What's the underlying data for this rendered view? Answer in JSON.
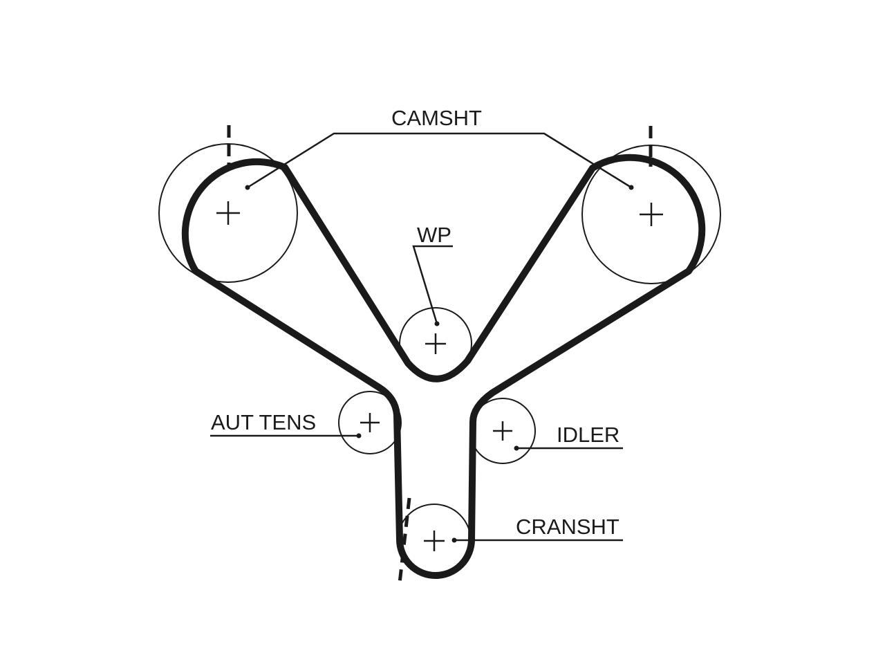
{
  "diagram": {
    "labels": {
      "camshaft": "CAMSHT",
      "water_pump": "WP",
      "auto_tensioner": "AUT TENS",
      "idler": "IDLER",
      "crankshaft": "CRANSHT"
    },
    "colors": {
      "ink": "#1a1a1a",
      "background": "#ffffff"
    }
  }
}
